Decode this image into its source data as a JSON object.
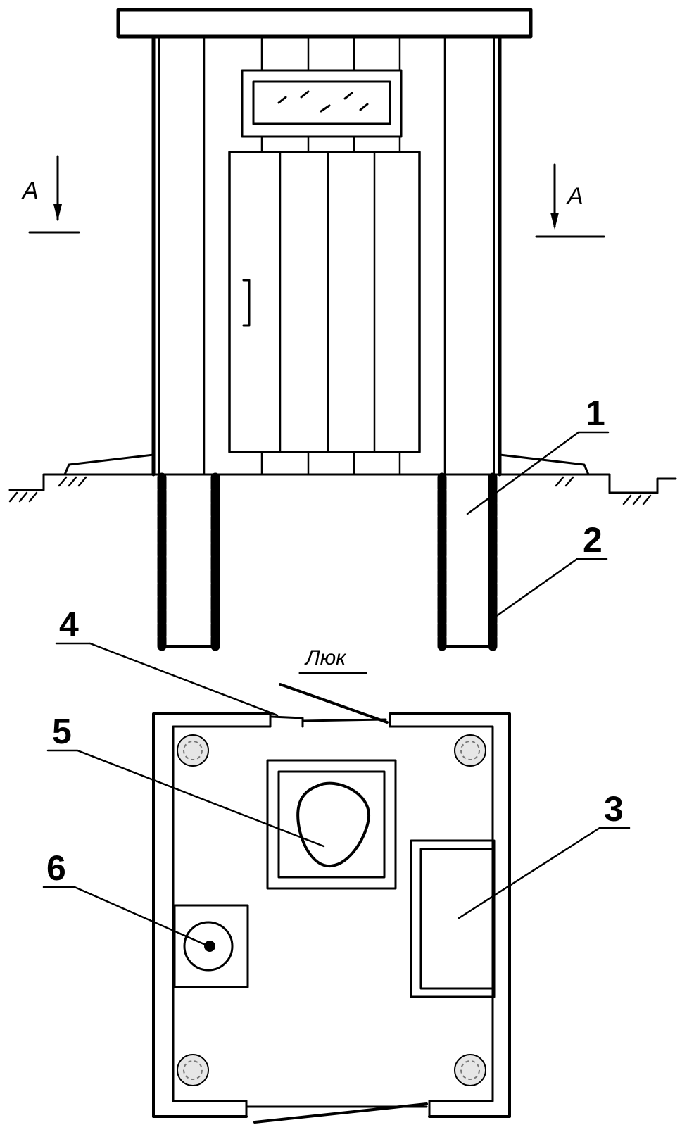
{
  "section_marker": {
    "left": "A",
    "right": "A"
  },
  "hatch_label": "Люк",
  "callouts": {
    "c1": "1",
    "c2": "2",
    "c3": "3",
    "c4": "4",
    "c5": "5",
    "c6": "6"
  }
}
